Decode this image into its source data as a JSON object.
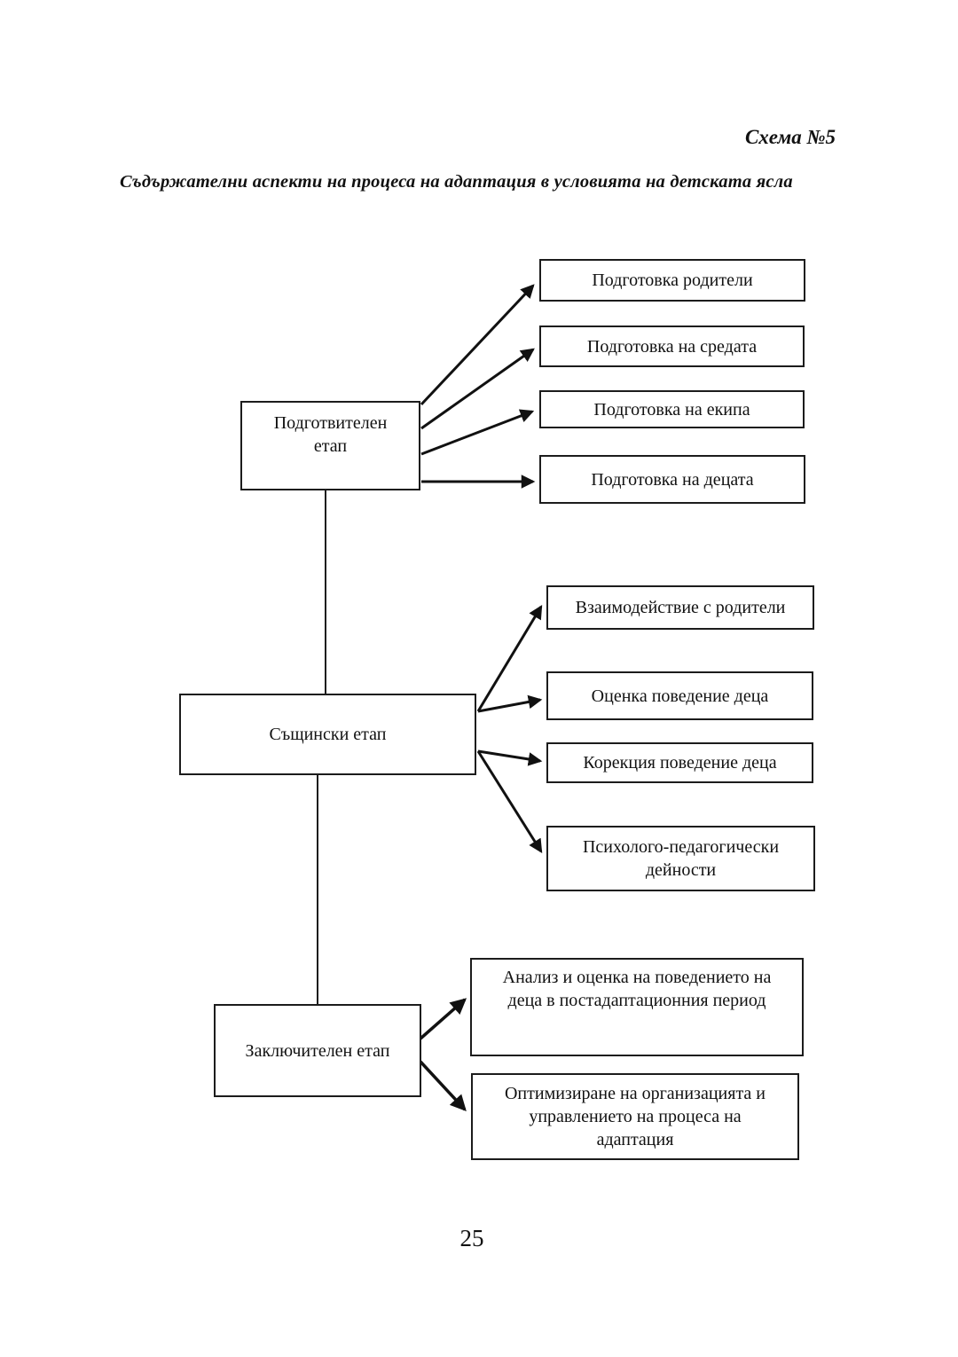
{
  "header": {
    "schema_label": "Схема №5",
    "title": "Съдържателни аспекти на процеса на адаптация в условията на детската ясла"
  },
  "diagram": {
    "stages": [
      {
        "label": "Подготвителен етап"
      },
      {
        "label": "Същински етап"
      },
      {
        "label": "Заключителен етап"
      }
    ],
    "preparatory_items": [
      "Подготовка родители",
      "Подготовка на средата",
      "Подготовка на екипа",
      "Подготовка на децата"
    ],
    "main_items": [
      "Взаимодействие с родители",
      "Оценка поведение деца",
      "Корекция поведение деца",
      "Психолого-педагогически дейности"
    ],
    "final_items": [
      "Анализ и оценка на поведението на деца в постадаптационния период",
      "Оптимизиране на организацията и управлението на процеса на адаптация"
    ]
  },
  "footer": {
    "page_number": "25"
  }
}
